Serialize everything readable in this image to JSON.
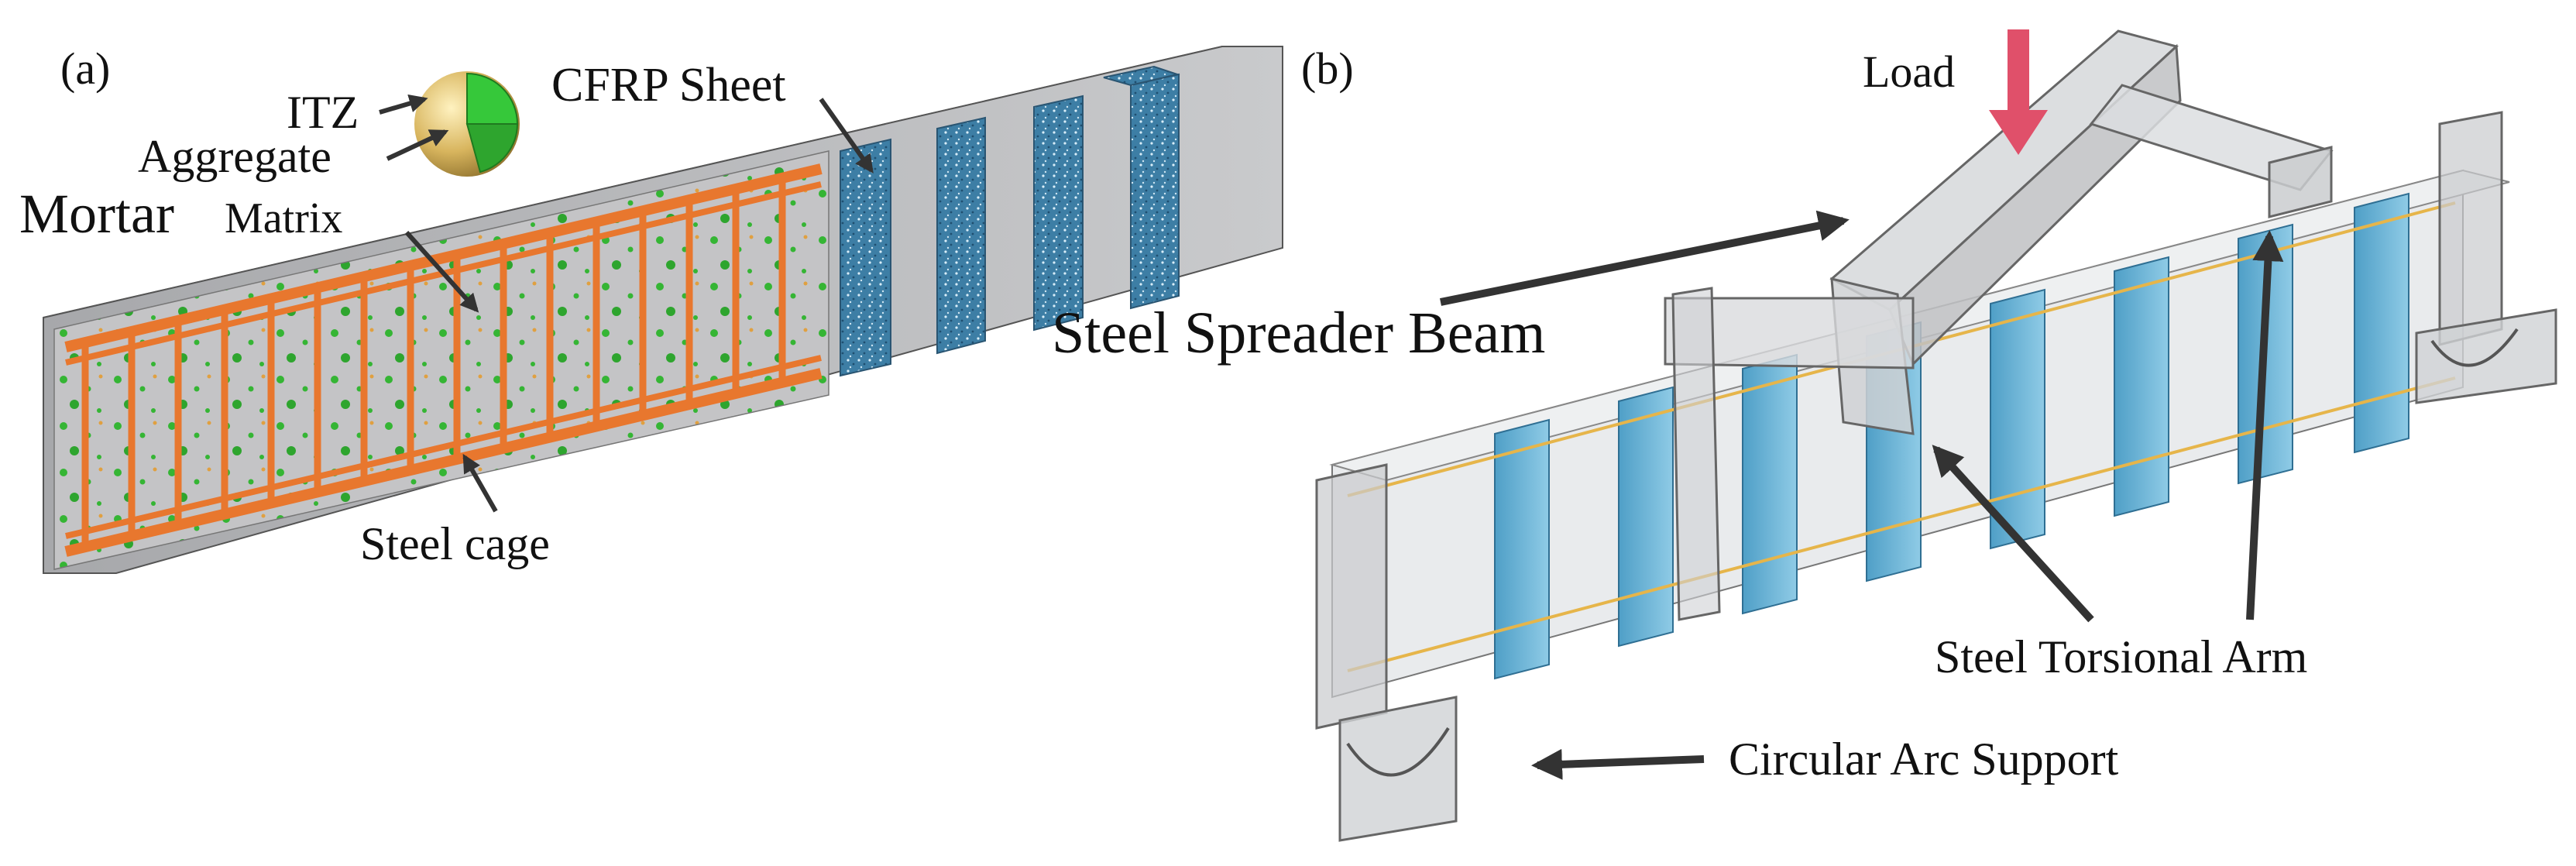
{
  "panels": {
    "a": {
      "tag": "(a)",
      "labels": {
        "itz": "ITZ",
        "aggregate": "Aggregate",
        "mortar_word": "Mortar",
        "matrix_word": "Matrix",
        "cfrp": "CFRP Sheet",
        "steel_cage": "Steel cage"
      }
    },
    "b": {
      "tag": "(b)",
      "labels": {
        "load": "Load",
        "spreader": "Steel Spreader Beam",
        "torsional": "Steel Torsional Arm",
        "support": "Circular Arc Support"
      }
    }
  },
  "colors": {
    "concrete": "#b9b9bb",
    "steel": "#e8772e",
    "aggregate": "#35b534",
    "cfrp": "#3f7fa6",
    "cell": "#5fb1d6",
    "load_arrow": "#e0506a",
    "rebar_yellow": "#e6b54a"
  }
}
